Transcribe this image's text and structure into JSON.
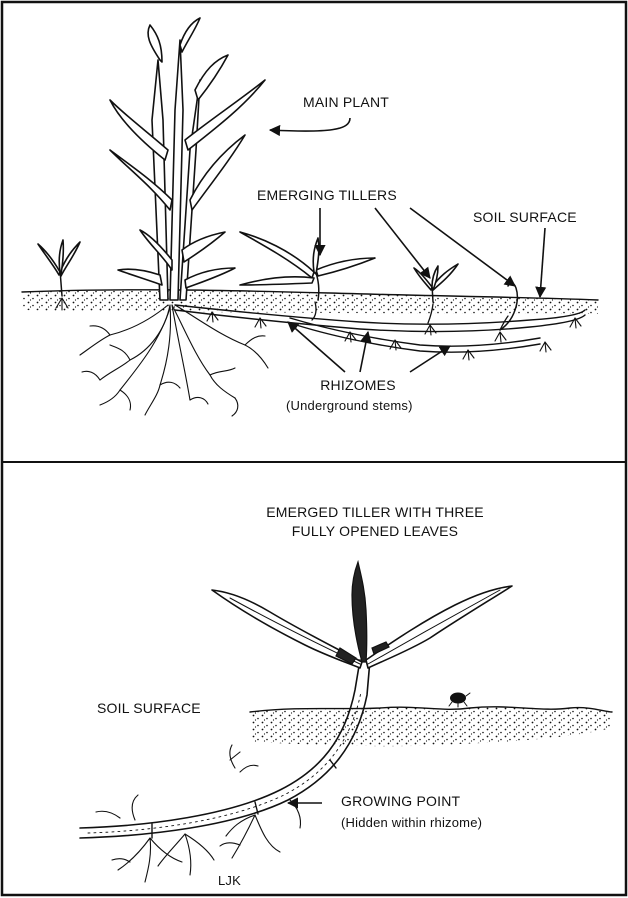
{
  "top_panel": {
    "main_plant_label": "MAIN PLANT",
    "emerging_tillers_label": "EMERGING TILLERS",
    "soil_surface_label": "SOIL SURFACE",
    "rhizomes_label": "RHIZOMES",
    "rhizomes_sublabel": "(Underground stems)"
  },
  "bottom_panel": {
    "title_line1": "EMERGED TILLER WITH THREE",
    "title_line2": "FULLY OPENED LEAVES",
    "soil_surface_label": "SOIL SURFACE",
    "growing_point_label": "GROWING POINT",
    "growing_point_sublabel": "(Hidden within rhizome)",
    "artist_initials": "LJK"
  }
}
